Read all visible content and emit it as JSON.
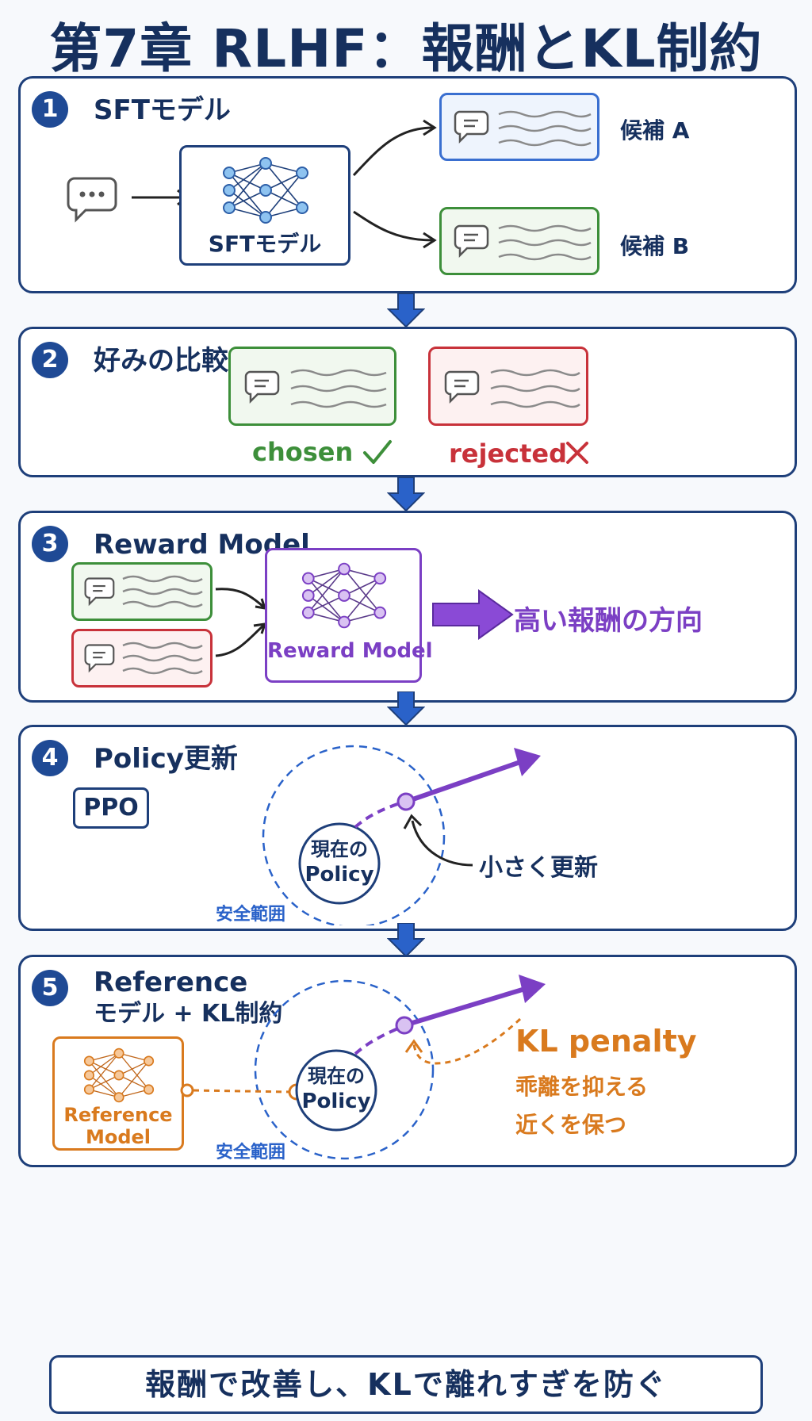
{
  "title": "第7章 RLHF：報酬とKL制約",
  "colors": {
    "navy": "#1e3f7a",
    "blue": "#3a6fd0",
    "green": "#3d8f3a",
    "red": "#c8323a",
    "purple": "#7b3fc4",
    "orange": "#d97a1e"
  },
  "steps": [
    {
      "num": "1",
      "title": "SFTモデル",
      "model_label": "SFTモデル",
      "candidate_a": "候補 A",
      "candidate_b": "候補 B"
    },
    {
      "num": "2",
      "title": "好みの比較",
      "chosen": "chosen",
      "rejected": "rejected"
    },
    {
      "num": "3",
      "title": "Reward Model",
      "model_label": "Reward Model",
      "direction": "高い報酬の方向"
    },
    {
      "num": "4",
      "title": "Policy更新",
      "method": "PPO",
      "policy_label_1": "現在の",
      "policy_label_2": "Policy",
      "small_update": "小さく更新",
      "safe_range": "安全範囲"
    },
    {
      "num": "5",
      "title_line1": "Reference",
      "title_line2": "モデル + KL制約",
      "ref_label_1": "Reference",
      "ref_label_2": "Model",
      "policy_label_1": "現在の",
      "policy_label_2": "Policy",
      "kl_penalty": "KL penalty",
      "kl_desc_1": "乖離を抑える",
      "kl_desc_2": "近くを保つ",
      "safe_range": "安全範囲"
    }
  ],
  "footer": "報酬で改善し、KLで離れすぎを防ぐ"
}
